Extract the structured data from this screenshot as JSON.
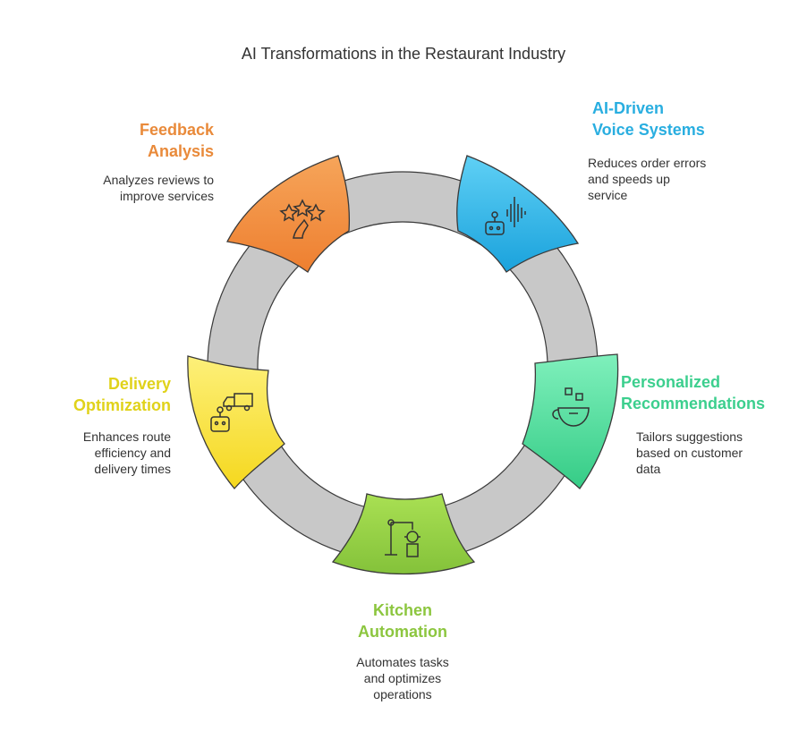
{
  "title": "AI Transformations in the Restaurant Industry",
  "colors": {
    "ring": "#c8c8c8",
    "feedback": "#e98a3a",
    "voice": "#29aee0",
    "personalized": "#3ccf8e",
    "kitchen": "#8cc63f",
    "delivery": "#e0d21a"
  },
  "steps": [
    {
      "id": "feedback",
      "label": "Feedback\nAnalysis",
      "description": "Analyzes reviews to\nimprove services",
      "icon": "stars-review-icon"
    },
    {
      "id": "voice",
      "label": "AI-Driven\nVoice Systems",
      "description": "Reduces order errors\nand speeds up\nservice",
      "icon": "robot-voice-icon"
    },
    {
      "id": "personalized",
      "label": "Personalized\nRecommendations",
      "description": "Tailors suggestions\nbased on customer\ndata",
      "icon": "cup-suggestions-icon"
    },
    {
      "id": "kitchen",
      "label": "Kitchen\nAutomation",
      "description": "Automates tasks\nand optimizes\noperations",
      "icon": "robot-arm-icon"
    },
    {
      "id": "delivery",
      "label": "Delivery\nOptimization",
      "description": "Enhances route\nefficiency and\ndelivery times",
      "icon": "robot-truck-icon"
    }
  ]
}
